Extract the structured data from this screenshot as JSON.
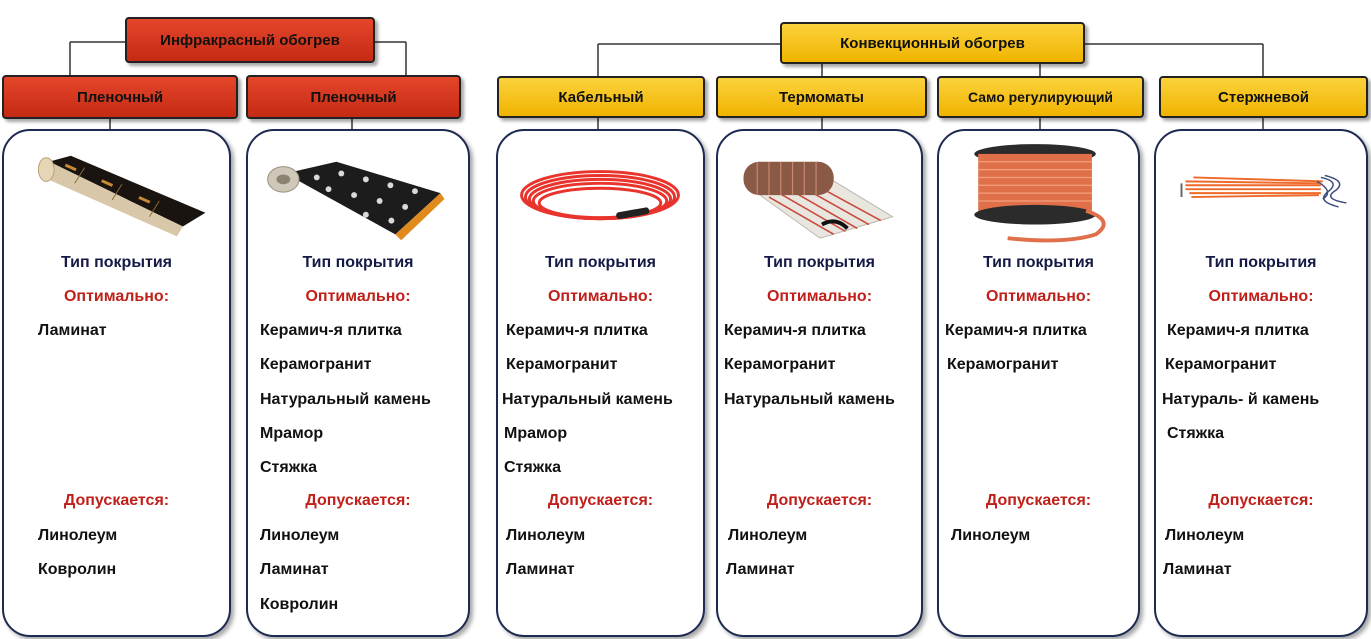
{
  "top_headers": {
    "infrared": "Инфракрасный обогрев",
    "convection": "Конвекционный обогрев"
  },
  "labels": {
    "type": "Тип покрытия",
    "optimal": "Оптимально:",
    "allowed": "Допускается:"
  },
  "colors": {
    "infrared_header": "#d6361f",
    "convection_header": "#f5c317",
    "type_text": "#141a45",
    "accent_text": "#c0201a",
    "card_border": "#1e2a52"
  },
  "columns": [
    {
      "title": "Пленочный",
      "image": "film-heater-image",
      "optimal": [
        "Ламинат"
      ],
      "allowed": [
        "Линолеум",
        "Ковролин"
      ]
    },
    {
      "title": "Пленочный",
      "image": "film-roll-image",
      "optimal": [
        "Керамич-я  плитка",
        "Керамогранит",
        "Натуральный камень",
        "Мрамор",
        "Стяжка"
      ],
      "allowed": [
        "Линолеум",
        "Ламинат",
        "Ковролин"
      ]
    },
    {
      "title": "Кабельный",
      "image": "cable-coil-image",
      "optimal": [
        "Керамич-я  плитка",
        "Керамогранит",
        "Натуральный камень",
        "Мрамор",
        "Стяжка"
      ],
      "allowed": [
        "Линолеум",
        "Ламинат"
      ]
    },
    {
      "title": "Термоматы",
      "image": "thermomat-image",
      "optimal": [
        "Керамич-я  плитка",
        "Керамогранит",
        "Натуральный камень"
      ],
      "allowed": [
        "Линолеум",
        "Ламинат"
      ]
    },
    {
      "title": "Само регулирующий",
      "image": "cable-spool-image",
      "optimal": [
        "Керамич-я  плитка",
        "Керамогранит"
      ],
      "allowed": [
        "Линолеум"
      ]
    },
    {
      "title": "Стержневой",
      "image": "rod-heater-image",
      "optimal": [
        "Керамич-я  плитка",
        "Керамогранит",
        "Натураль- й камень",
        "Стяжка"
      ],
      "allowed": [
        "Линолеум",
        "Ламинат"
      ]
    }
  ]
}
